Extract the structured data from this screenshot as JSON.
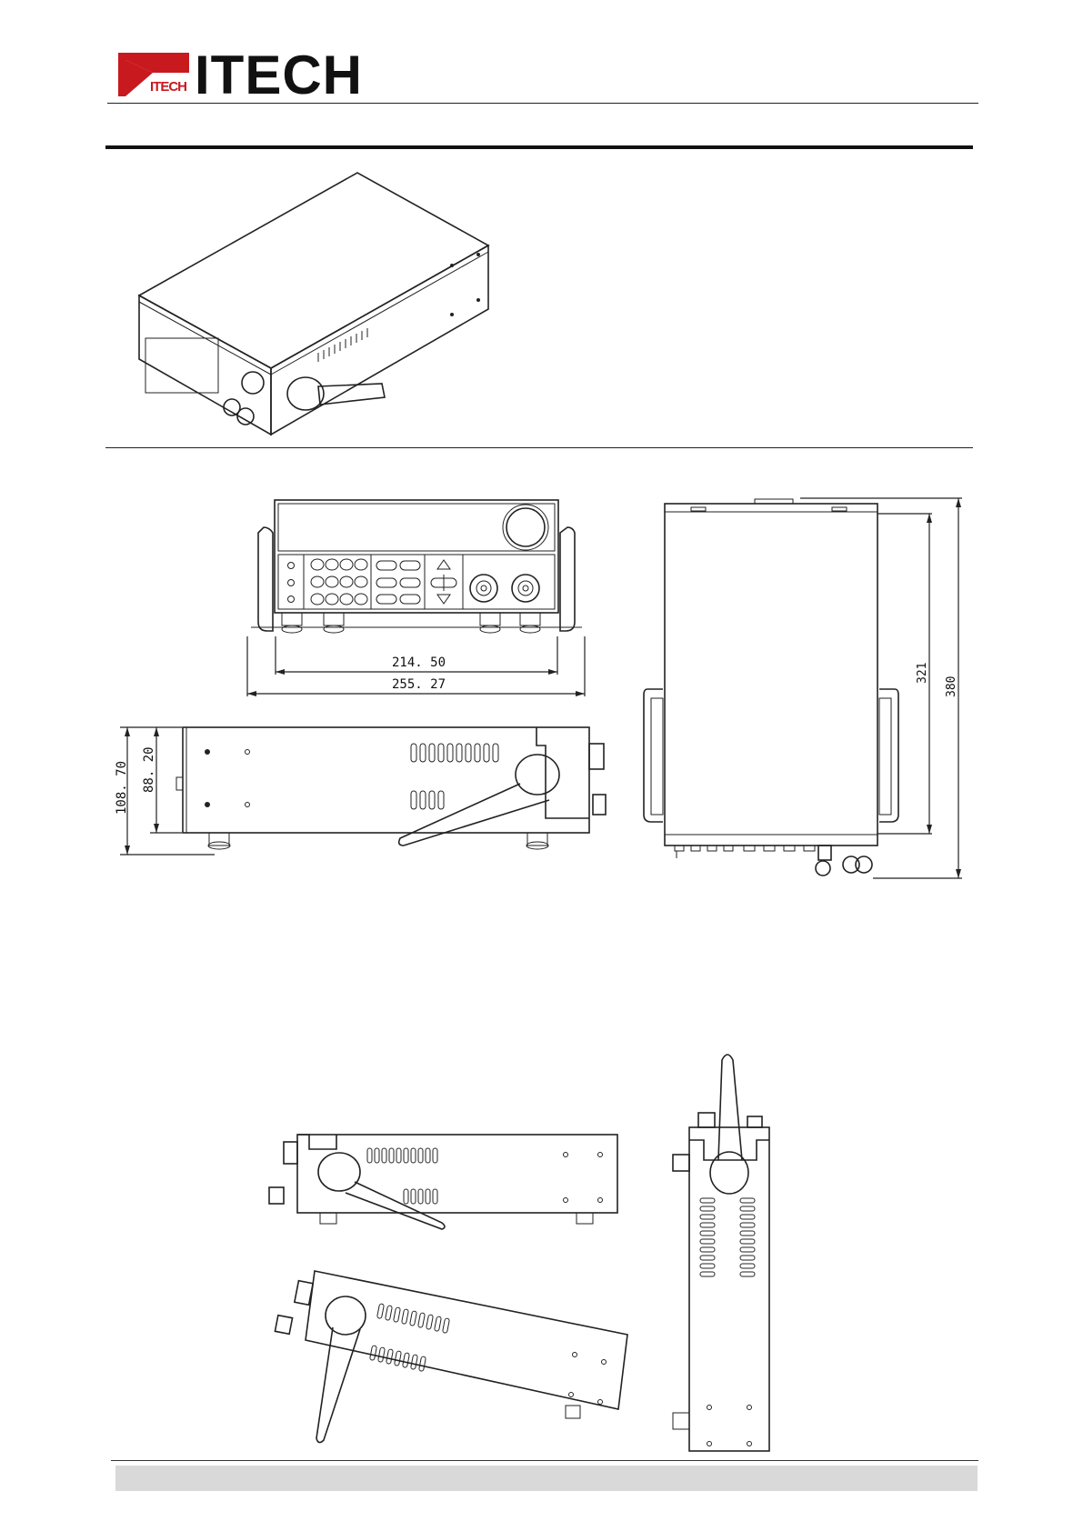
{
  "brand": {
    "name": "ITECH",
    "logo_small_text": "ITECH",
    "logo_red": "#c8191f"
  },
  "dimensions": {
    "front_inner_width": "214. 50",
    "front_outer_width": "255. 27",
    "side_total_height": "108. 70",
    "side_body_height": "88. 20",
    "top_inner_depth": "321",
    "top_total_depth": "380"
  },
  "footer": {
    "band_color": "#d9d9d9"
  }
}
